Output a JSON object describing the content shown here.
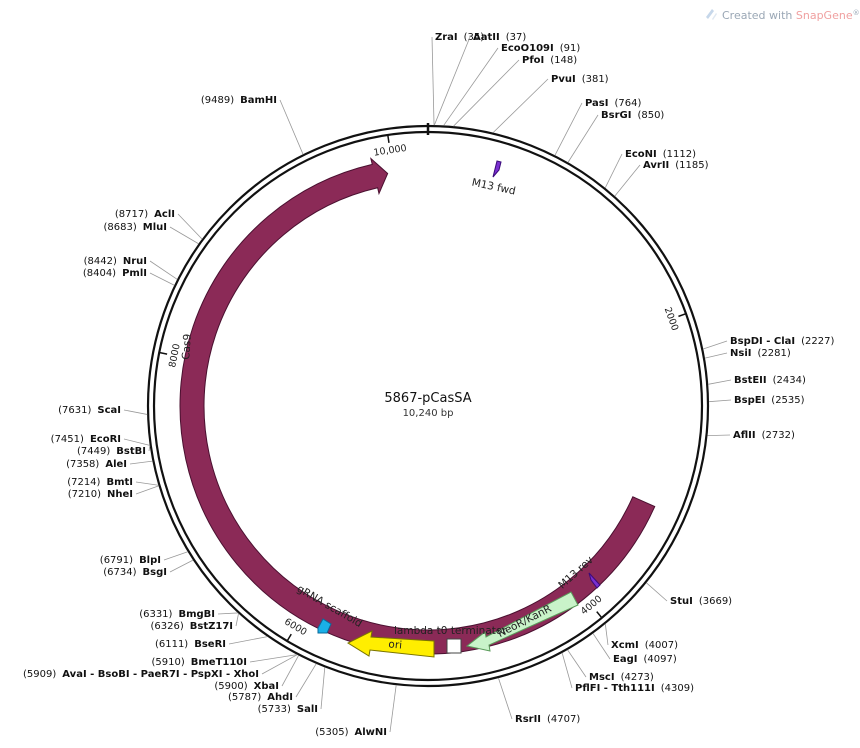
{
  "credit": {
    "prefix": "Created with ",
    "brand": "SnapGene",
    "mark": "®"
  },
  "plasmid": {
    "name": "5867-pCasSA",
    "size_label": "10,240 bp",
    "length": 10240
  },
  "ticks": [
    {
      "pos": 2000,
      "label": "2000"
    },
    {
      "pos": 4000,
      "label": "4000"
    },
    {
      "pos": 6000,
      "label": "6000"
    },
    {
      "pos": 8000,
      "label": "8000"
    },
    {
      "pos": 10000,
      "label": "10,000"
    }
  ],
  "features": [
    {
      "id": "cas9",
      "label": "Cas9",
      "start": 3240,
      "end": 9960,
      "direction": "cw",
      "color": "#8b2a57",
      "text_color": "#ffffff"
    },
    {
      "id": "neor",
      "label": "NeoR/KanR",
      "start": 4470,
      "end": 4870,
      "direction": "ccw",
      "color": "#c9f3c9",
      "text_color": "#1a4a1a"
    },
    {
      "id": "ori",
      "label": "ori",
      "start": 5090,
      "end": 5580,
      "direction": "ccw",
      "color": "#ffee00",
      "text_color": "#333333"
    },
    {
      "id": "lambda",
      "label": "lambda t0 terminator",
      "start": 4965,
      "end": 5040,
      "direction": "none",
      "color": "#ffffff",
      "text_color": "#222222"
    },
    {
      "id": "grna",
      "label": "gRNA scaffold",
      "start": 5870,
      "end": 5965,
      "direction": "ccw",
      "color": "#1ab0e8",
      "text_color": "#222222"
    },
    {
      "id": "m13fwd",
      "label": "M13 fwd",
      "start": 350,
      "end": 400,
      "direction": "cw",
      "color": "#7a2fd0",
      "text_color": "#333333"
    },
    {
      "id": "m13rev",
      "label": "M13 rev",
      "start": 3730,
      "end": 3780,
      "direction": "ccw",
      "color": "#7a2fd0",
      "text_color": "#333333"
    }
  ],
  "sites": [
    {
      "name": "ZraI",
      "pos": "(35)",
      "site": 35
    },
    {
      "name": "AatII",
      "pos": "(37)",
      "site": 37
    },
    {
      "name": "EcoO109I",
      "pos": "(91)",
      "site": 91
    },
    {
      "name": "PfoI",
      "pos": "(148)",
      "site": 148
    },
    {
      "name": "PvuI",
      "pos": "(381)",
      "site": 381
    },
    {
      "name": "PasI",
      "pos": "(764)",
      "site": 764
    },
    {
      "name": "BsrGI",
      "pos": "(850)",
      "site": 850
    },
    {
      "name": "EcoNI",
      "pos": "(1112)",
      "site": 1112
    },
    {
      "name": "AvrII",
      "pos": "(1185)",
      "site": 1185
    },
    {
      "name": "BspDI - ClaI",
      "pos": "(2227)",
      "site": 2227
    },
    {
      "name": "NsiI",
      "pos": "(2281)",
      "site": 2281
    },
    {
      "name": "BstEII",
      "pos": "(2434)",
      "site": 2434
    },
    {
      "name": "BspEI",
      "pos": "(2535)",
      "site": 2535
    },
    {
      "name": "AflII",
      "pos": "(2732)",
      "site": 2732
    },
    {
      "name": "StuI",
      "pos": "(3669)",
      "site": 3669
    },
    {
      "name": "XcmI",
      "pos": "(4007)",
      "site": 4007
    },
    {
      "name": "EagI",
      "pos": "(4097)",
      "site": 4097
    },
    {
      "name": "MscI",
      "pos": "(4273)",
      "site": 4273
    },
    {
      "name": "PflFI - Tth111I",
      "pos": "(4309)",
      "site": 4309
    },
    {
      "name": "RsrII",
      "pos": "(4707)",
      "site": 4707
    },
    {
      "name": "AlwNI",
      "pos": "(5305)",
      "site": 5305
    },
    {
      "name": "SalI",
      "pos": "(5733)",
      "site": 5733
    },
    {
      "name": "AhdI",
      "pos": "(5787)",
      "site": 5787
    },
    {
      "name": "XbaI",
      "pos": "(5900)",
      "site": 5900
    },
    {
      "name": "AvaI - BsoBI - PaeR7I - PspXI - XhoI",
      "pos": "(5909)",
      "site": 5909
    },
    {
      "name": "BmeT110I",
      "pos": "(5910)",
      "site": 5910
    },
    {
      "name": "BseRI",
      "pos": "(6111)",
      "site": 6111
    },
    {
      "name": "BstZ17I",
      "pos": "(6326)",
      "site": 6326
    },
    {
      "name": "BmgBI",
      "pos": "(6331)",
      "site": 6331
    },
    {
      "name": "BsgI",
      "pos": "(6734)",
      "site": 6734
    },
    {
      "name": "BlpI",
      "pos": "(6791)",
      "site": 6791
    },
    {
      "name": "NheI",
      "pos": "(7210)",
      "site": 7210
    },
    {
      "name": "BmtI",
      "pos": "(7214)",
      "site": 7214
    },
    {
      "name": "AleI",
      "pos": "(7358)",
      "site": 7358
    },
    {
      "name": "BstBI",
      "pos": "(7449)",
      "site": 7449
    },
    {
      "name": "EcoRI",
      "pos": "(7451)",
      "site": 7451
    },
    {
      "name": "ScaI",
      "pos": "(7631)",
      "site": 7631
    },
    {
      "name": "PmlI",
      "pos": "(8404)",
      "site": 8404
    },
    {
      "name": "NruI",
      "pos": "(8442)",
      "site": 8442
    },
    {
      "name": "MluI",
      "pos": "(8683)",
      "site": 8683
    },
    {
      "name": "AclI",
      "pos": "(8717)",
      "site": 8717
    },
    {
      "name": "BamHI",
      "pos": "(9489)",
      "site": 9489
    }
  ]
}
